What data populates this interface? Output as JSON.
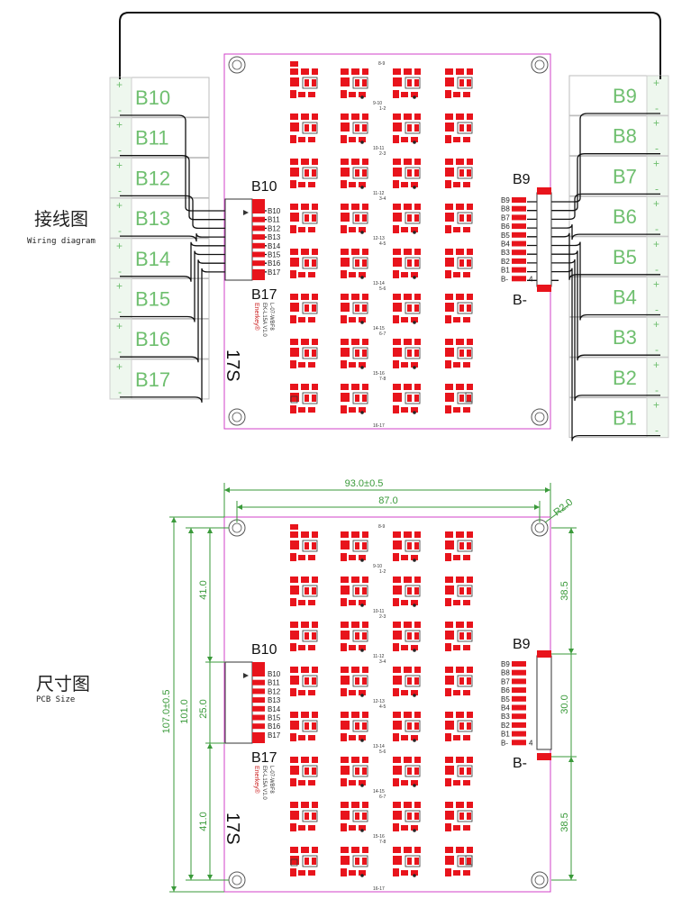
{
  "wiring_section": {
    "title_zh": "接线图",
    "title_en": "Wiring diagram",
    "left_cells": [
      "B10",
      "B11",
      "B12",
      "B13",
      "B14",
      "B15",
      "B16",
      "B17"
    ],
    "right_cells": [
      "B9",
      "B8",
      "B7",
      "B6",
      "B5",
      "B4",
      "B3",
      "B2",
      "B1"
    ],
    "left_connector_top": "B10",
    "left_connector_bottom": "B17",
    "right_connector_top": "B9",
    "right_connector_bottom": "B-",
    "left_pins": [
      "B10",
      "B11",
      "B12",
      "B13",
      "B14",
      "B15",
      "B16",
      "B17"
    ],
    "right_pins": [
      "B9",
      "B8",
      "B7",
      "B6",
      "B5",
      "B4",
      "B3",
      "B2",
      "B1",
      "B-"
    ],
    "plus": "+",
    "minus": "-"
  },
  "size_section": {
    "title_zh": "尺寸图",
    "title_en": "PCB Size",
    "left_connector_top": "B10",
    "left_connector_bottom": "B17",
    "right_connector_top": "B9",
    "right_connector_bottom": "B-",
    "left_pins": [
      "B10",
      "B11",
      "B12",
      "B13",
      "B14",
      "B15",
      "B16",
      "B17"
    ],
    "right_pins": [
      "B9",
      "B8",
      "B7",
      "B6",
      "B5",
      "B4",
      "B3",
      "B2",
      "B1",
      "B-"
    ],
    "dims": {
      "width_outer": "93.0±0.5",
      "width_inner": "87.0",
      "radius": "R2.0",
      "height_outer": "107.0±0.5",
      "height_inner": "101.0",
      "left_top": "41.0",
      "left_mid": "25.0",
      "left_bottom": "41.0",
      "right_top": "38.5",
      "right_mid": "30.0",
      "right_bottom": "38.5"
    }
  },
  "board": {
    "brand": "Enerkey®",
    "model": "EK-L15A V1.0",
    "model2": "L-07-WBF8",
    "series": "17S",
    "pin_marker": "4",
    "channel_labels_right": [
      "8-9",
      "9-10",
      "10-11",
      "11-12",
      "12-13",
      "13-14",
      "14-15",
      "15-16",
      "16-17"
    ],
    "channel_labels_left": [
      "7-8",
      "6-7",
      "5-6",
      "4-5",
      "3-4",
      "2-3",
      "1-2"
    ]
  },
  "colors": {
    "pcb_outline": "#d040c8",
    "pad_red": "#e8141c",
    "cell_green": "#6fbf6f",
    "dim_green": "#3a9a3a",
    "wire": "#111111"
  }
}
